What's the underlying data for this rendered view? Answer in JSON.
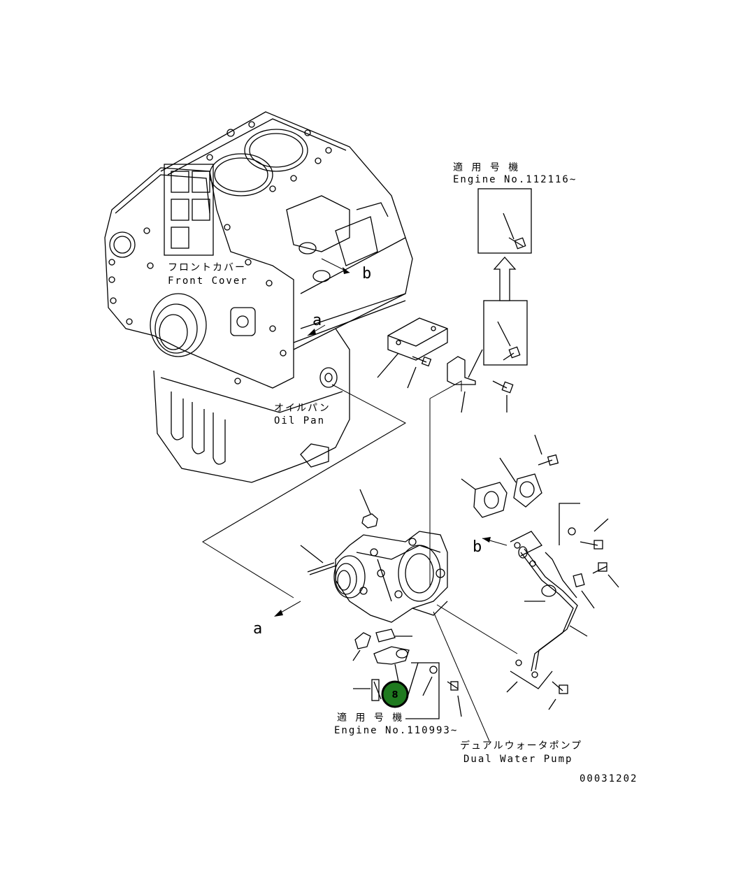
{
  "labels": {
    "serial_top_jp": "適 用 号 機",
    "serial_top_en": "Engine No.112116~",
    "front_cover_jp": "フロントカバー",
    "front_cover_en": "Front Cover",
    "oil_pan_jp": "オイルパン",
    "oil_pan_en": "Oil Pan",
    "serial_bottom_jp": "適 用 号 機",
    "serial_bottom_en": "Engine No.110993~",
    "water_pump_jp": "デュアルウォータポンプ",
    "water_pump_en": "Dual Water Pump",
    "ref_a_upper": "a",
    "ref_b_upper": "b",
    "ref_a_lower": "a",
    "ref_b_lower": "b",
    "drawing_number": "00031202"
  },
  "callout": {
    "number": "8",
    "color": "#1f7a1f"
  }
}
